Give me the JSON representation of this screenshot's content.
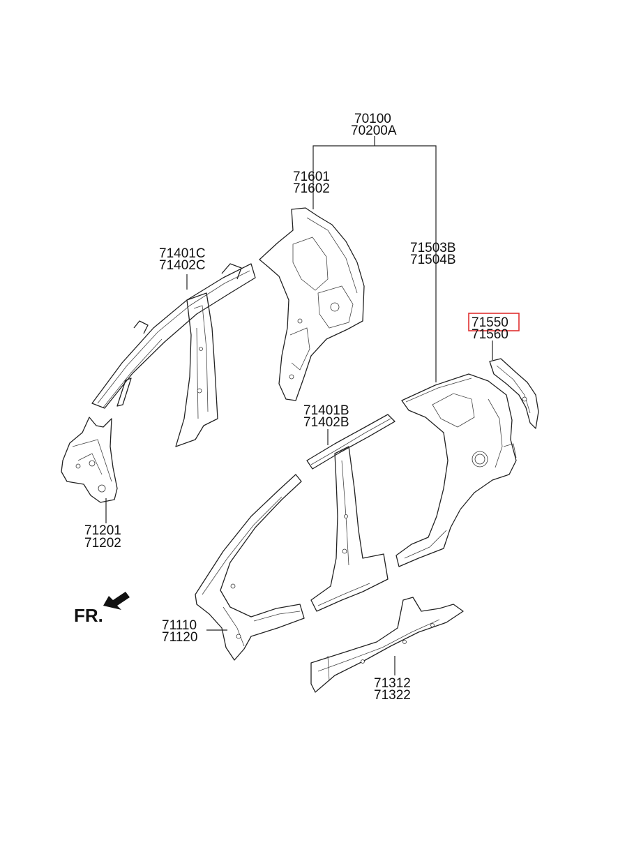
{
  "callouts": {
    "assembly": {
      "line1": "70100",
      "line2": "70200A"
    },
    "panel_inner_quarter": {
      "line1": "71601",
      "line2": "71602"
    },
    "rail_roof_side_c": {
      "line1": "71401C",
      "line2": "71402C"
    },
    "panel_quarter_outer": {
      "line1": "71503B",
      "line2": "71504B"
    },
    "extension_quarter": {
      "line1": "71550",
      "line2": "71560",
      "highlight_color": "#e03030"
    },
    "rail_roof_side_b": {
      "line1": "71401B",
      "line2": "71402B"
    },
    "pillar_front_inner": {
      "line1": "71201",
      "line2": "71202"
    },
    "pillar_front_outer": {
      "line1": "71110",
      "line2": "71120"
    },
    "sill_side": {
      "line1": "71312",
      "line2": "71322"
    }
  },
  "direction": {
    "label": "FR."
  }
}
